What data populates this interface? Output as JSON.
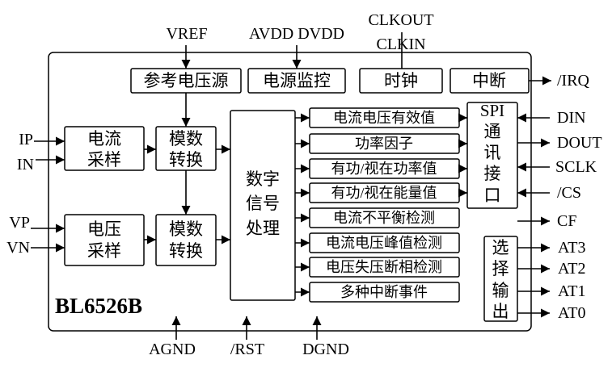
{
  "chip_name": "BL6526B",
  "pins": {
    "vref": "VREF",
    "avdd_dvdd": "AVDD DVDD",
    "clkout": "CLKOUT",
    "clkin": "CLKIN",
    "irq": "/IRQ",
    "ip": "IP",
    "in": "IN",
    "vp": "VP",
    "vn": "VN",
    "din": "DIN",
    "dout": "DOUT",
    "sclk": "SCLK",
    "cs": "/CS",
    "cf": "CF",
    "at3": "AT3",
    "at2": "AT2",
    "at1": "AT1",
    "at0": "AT0",
    "agnd": "AGND",
    "rst": "/RST",
    "dgnd": "DGND"
  },
  "blocks": {
    "reference": "参考电压源",
    "power_monitor": "电源监控",
    "clock": "时钟",
    "interrupt": "中断",
    "current_sampling": [
      "电流",
      "采样"
    ],
    "voltage_sampling": [
      "电压",
      "采样"
    ],
    "adc": [
      "模数",
      "转换"
    ],
    "dsp": [
      "数字",
      "信号",
      "处理"
    ],
    "spi": [
      "SPI",
      "通",
      "讯",
      "接",
      "口"
    ],
    "output_select": [
      "选",
      "择",
      "输",
      "出"
    ]
  },
  "functions": [
    "电流电压有效值",
    "功率因子",
    "有功/视在功率值",
    "有功/视在能量值",
    "电流不平衡检测",
    "电流电压峰值检测",
    "电压失压断相检测",
    "多种中断事件"
  ]
}
